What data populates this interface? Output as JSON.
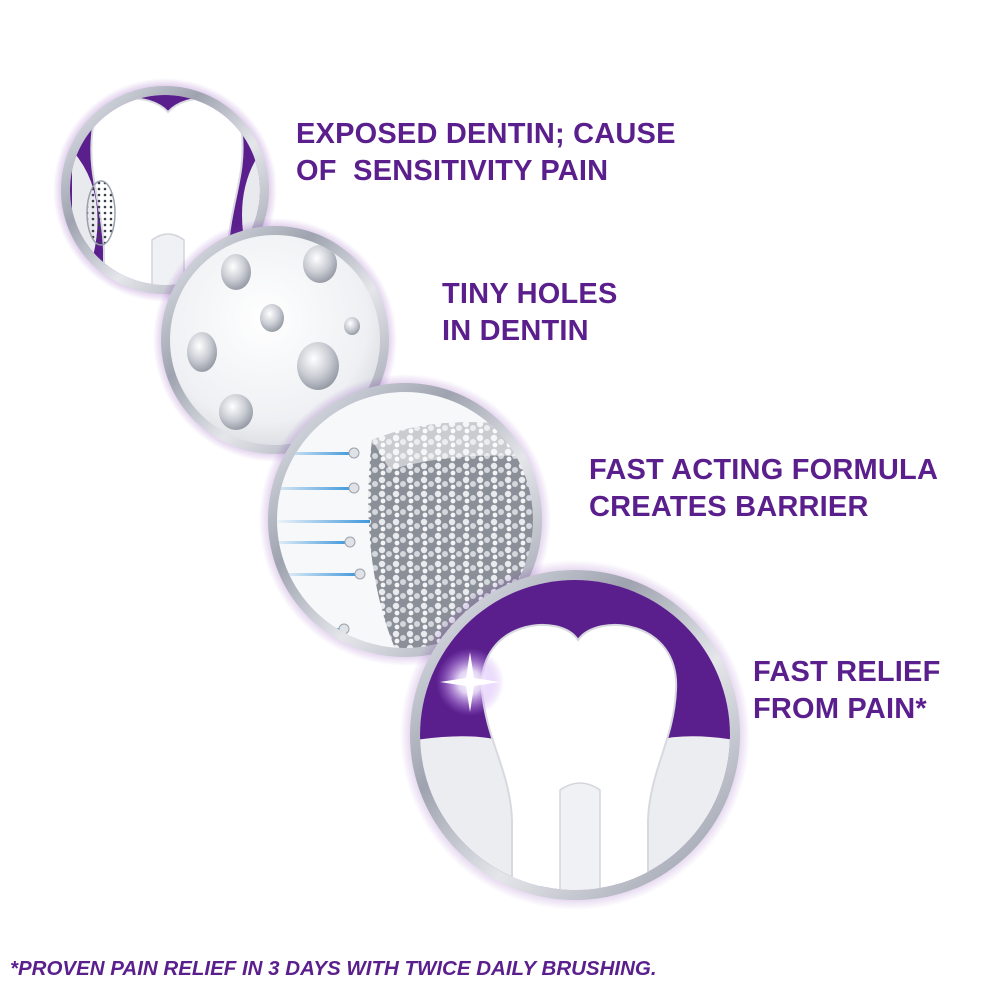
{
  "steps": [
    {
      "icon": "exposed-dentin-tooth-icon",
      "lines": [
        "EXPOSED DENTIN; CAUSE",
        "OF  SENSITIVITY PAIN"
      ]
    },
    {
      "icon": "dentin-holes-icon",
      "lines": [
        "TINY HOLES",
        "IN DENTIN"
      ]
    },
    {
      "icon": "barrier-formula-icon",
      "lines": [
        "FAST ACTING FORMULA",
        "CREATES BARRIER"
      ]
    },
    {
      "icon": "healthy-tooth-icon",
      "lines": [
        "FAST RELIEF",
        "FROM PAIN*"
      ]
    }
  ],
  "footnote": "*PROVEN PAIN RELIEF IN 3 DAYS WITH TWICE DAILY BRUSHING.",
  "colors": {
    "brand_purple": "#5a1f8c",
    "dark_purple": "#4a1273",
    "silver_rim": "#b9bcc6",
    "dentin_grey": "#cfd2d8"
  }
}
